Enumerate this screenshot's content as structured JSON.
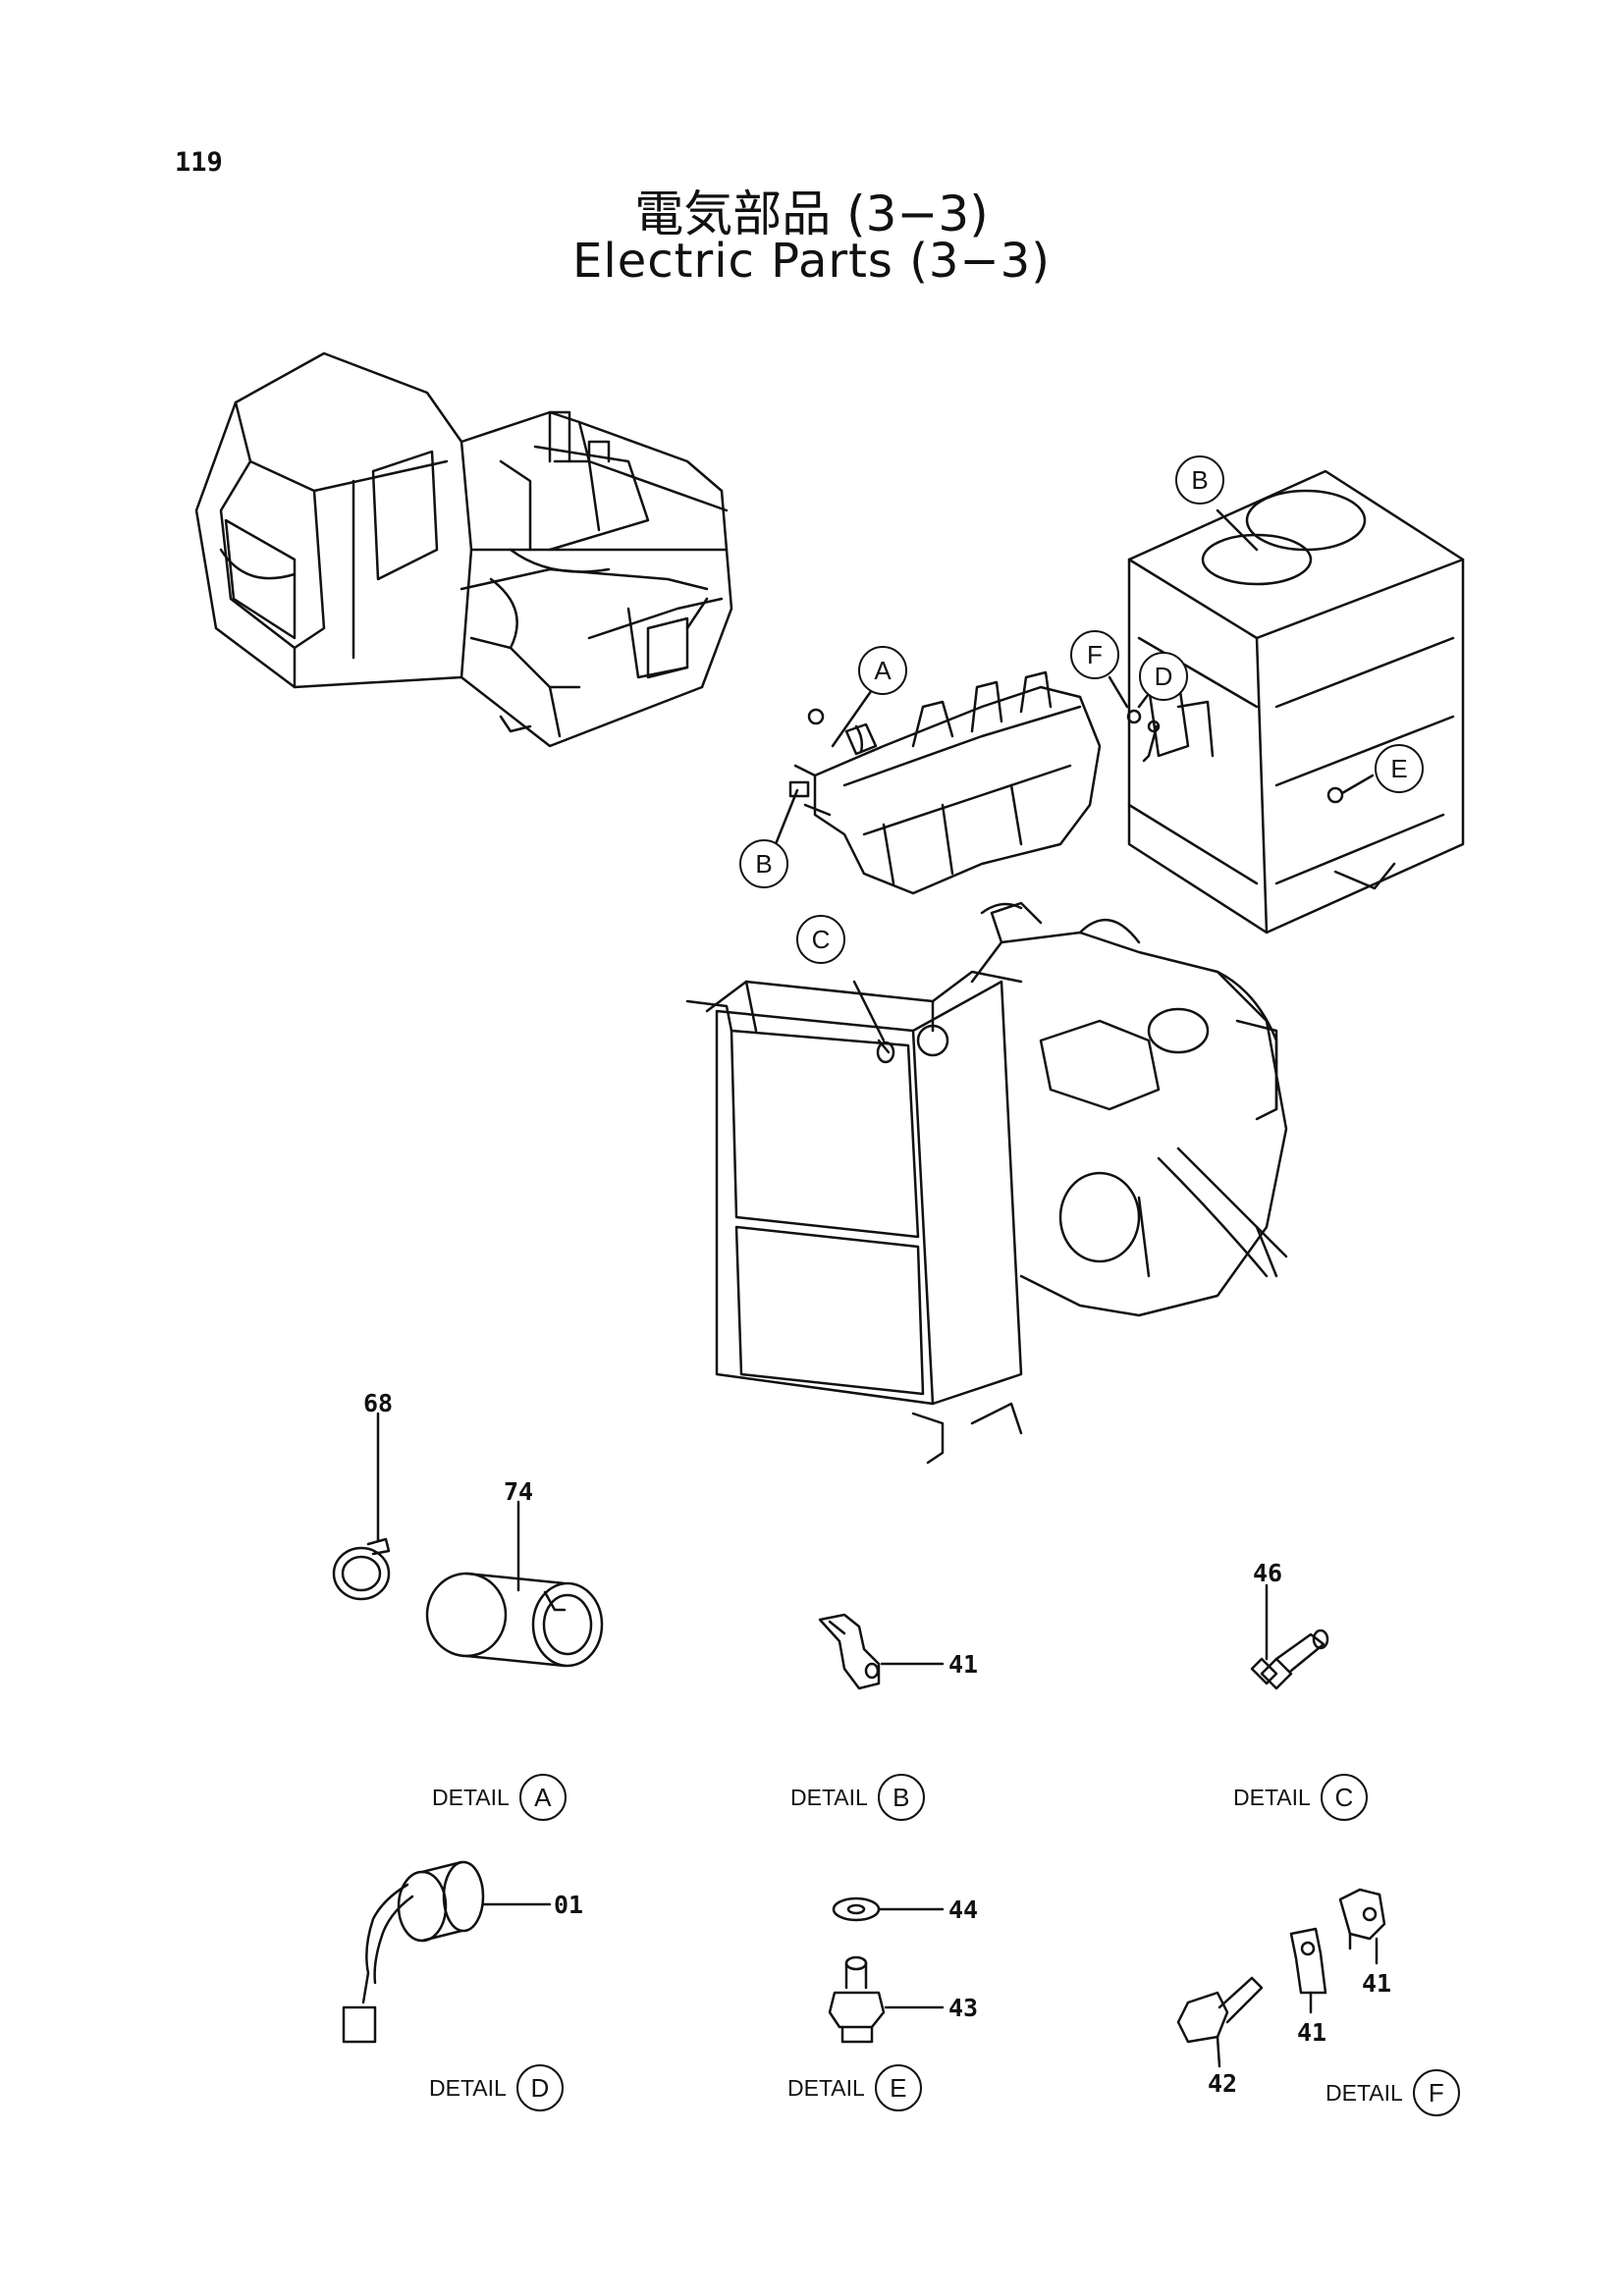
{
  "page": {
    "number": "119"
  },
  "title": {
    "jp": "電気部品 (3−3)",
    "en": "Electric Parts (3−3)"
  },
  "callouts": [
    {
      "id": "A",
      "label": "A"
    },
    {
      "id": "B1",
      "label": "B"
    },
    {
      "id": "B2",
      "label": "B"
    },
    {
      "id": "C",
      "label": "C"
    },
    {
      "id": "D",
      "label": "D"
    },
    {
      "id": "E",
      "label": "E"
    },
    {
      "id": "F",
      "label": "F"
    }
  ],
  "details": [
    {
      "word": "DETAIL",
      "letter": "A"
    },
    {
      "word": "DETAIL",
      "letter": "B"
    },
    {
      "word": "DETAIL",
      "letter": "C"
    },
    {
      "word": "DETAIL",
      "letter": "D"
    },
    {
      "word": "DETAIL",
      "letter": "E"
    },
    {
      "word": "DETAIL",
      "letter": "F"
    }
  ],
  "part_numbers": {
    "p68": "68",
    "p74": "74",
    "p41_b": "41",
    "p46": "46",
    "p01": "01",
    "p44": "44",
    "p43": "43",
    "p42": "42",
    "p41_f1": "41",
    "p41_f2": "41"
  }
}
